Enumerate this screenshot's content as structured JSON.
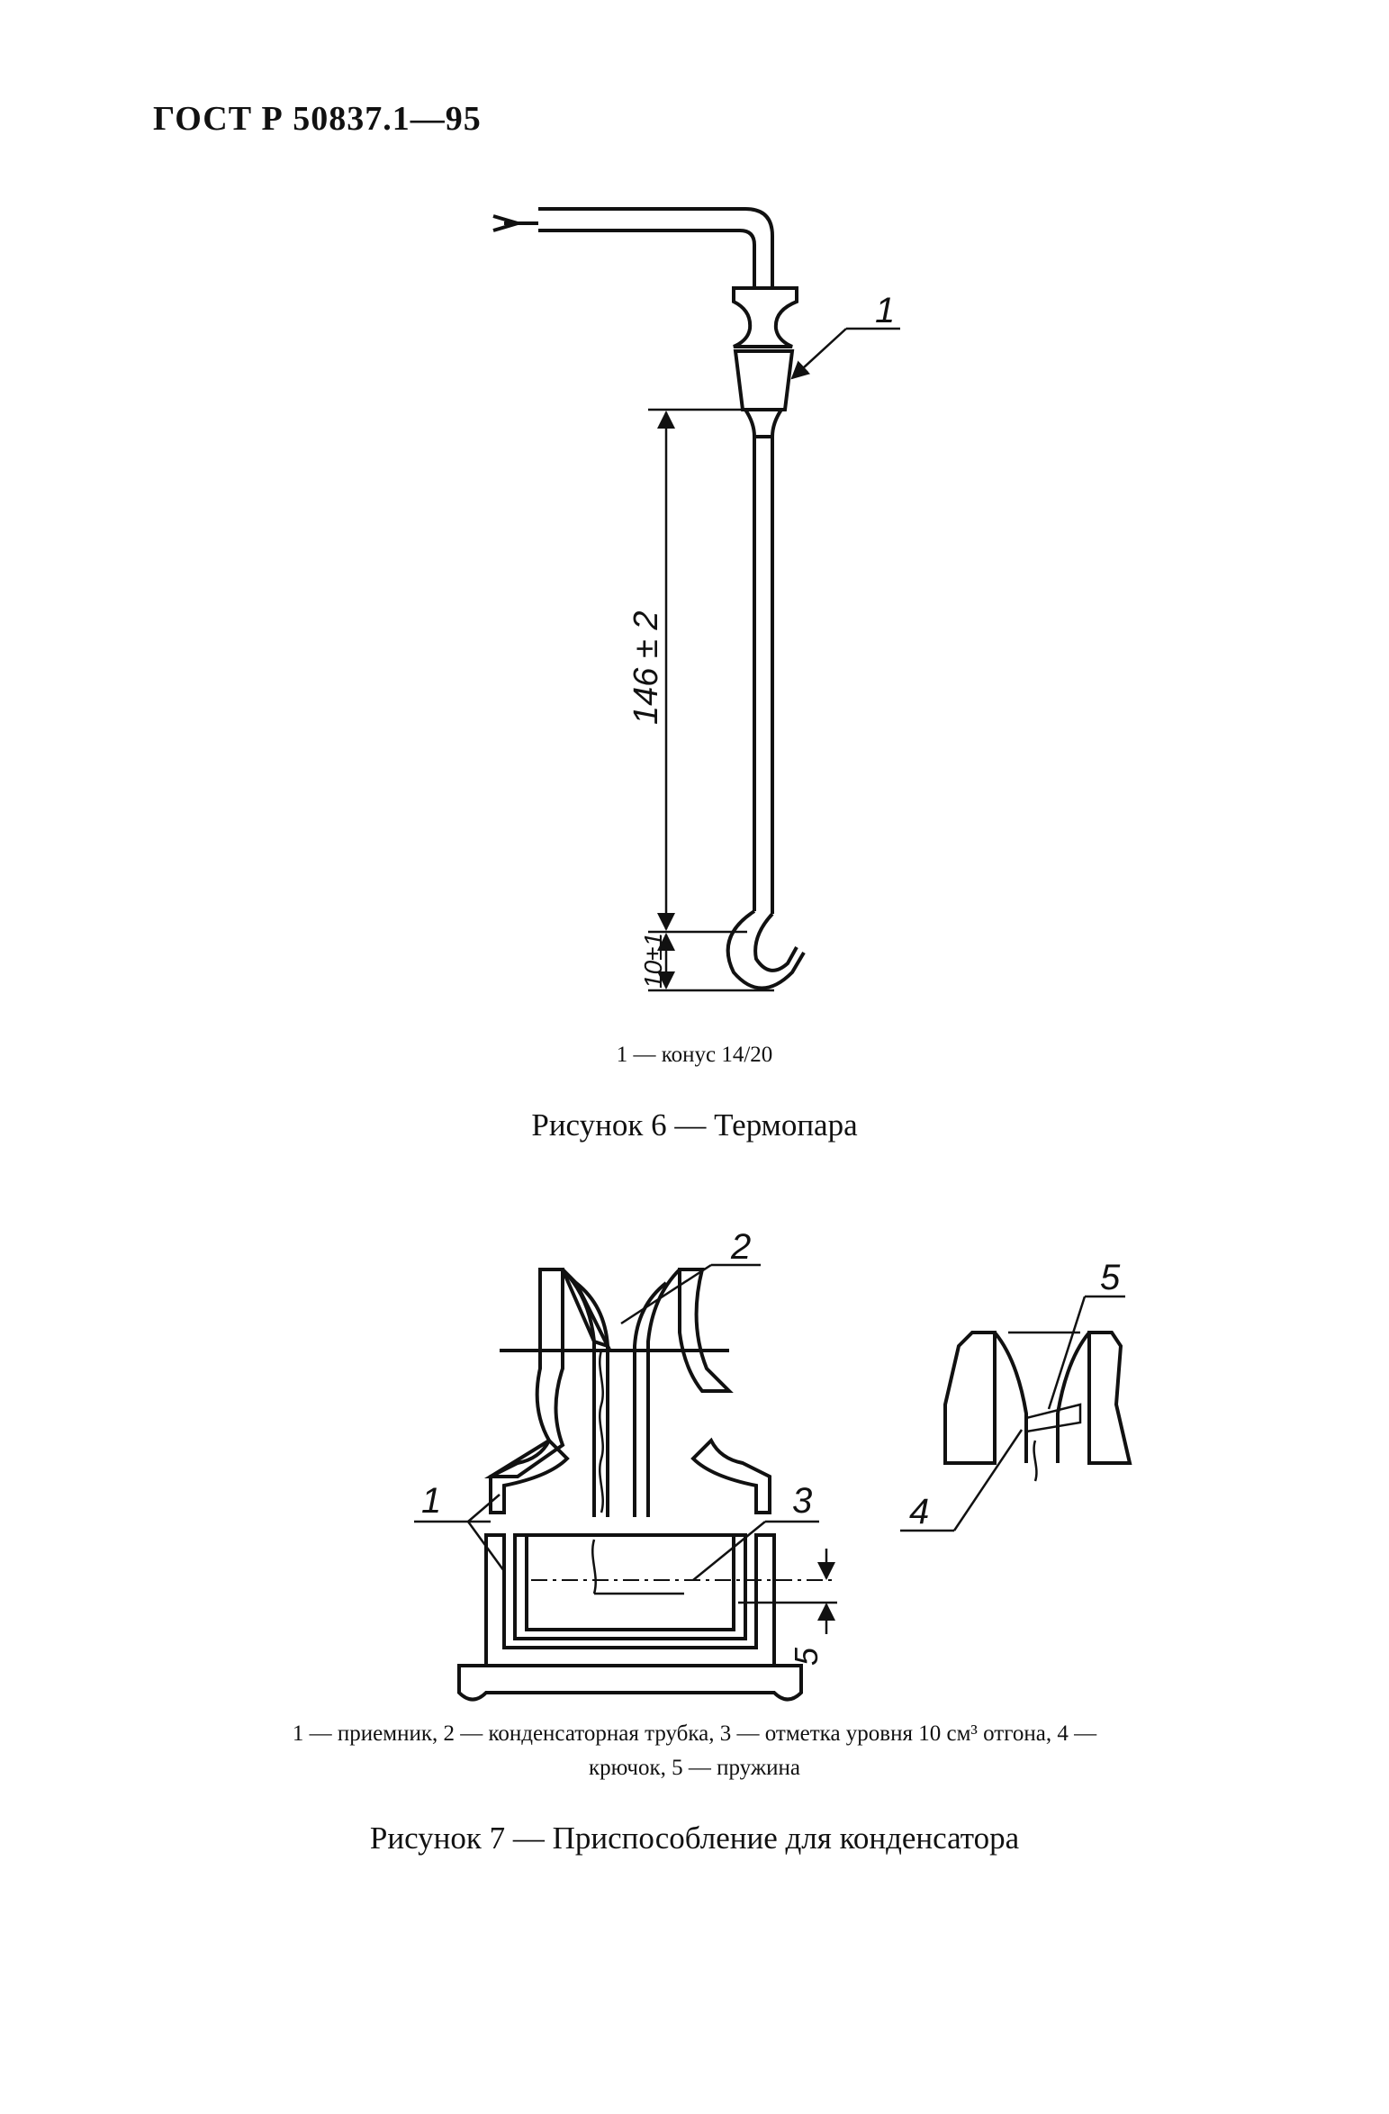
{
  "header": {
    "standard": "ГОСТ Р 50837.1—95"
  },
  "figure6": {
    "item_numbers": [
      "1"
    ],
    "dimensions": [
      "146 ± 2",
      "10±1"
    ],
    "legend": "1 — конус 14/20",
    "caption": "Рисунок 6 — Термопара"
  },
  "figure7": {
    "item_numbers": [
      "1",
      "2",
      "3",
      "4",
      "5"
    ],
    "dimensions": [
      "5"
    ],
    "legend_line1": "1 — приемник, 2 — конденсаторная трубка, 3 — отметка уровня 10 см³ отгона, 4 —",
    "legend_line2": "крючок, 5 — пружина",
    "caption": "Рисунок 7 — Приспособление для конденсатора"
  }
}
